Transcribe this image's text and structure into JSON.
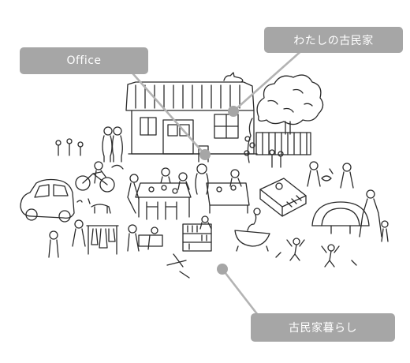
{
  "labels": {
    "office": "Office",
    "kominka": "わたしの古民家",
    "kurashi": "古民家暮らし"
  },
  "colors": {
    "label_bg": "#a6a6a6",
    "label_text": "#ffffff",
    "line": "#2a2a2a",
    "connector": "#b3b3b3",
    "dot": "#a6a6a6"
  }
}
